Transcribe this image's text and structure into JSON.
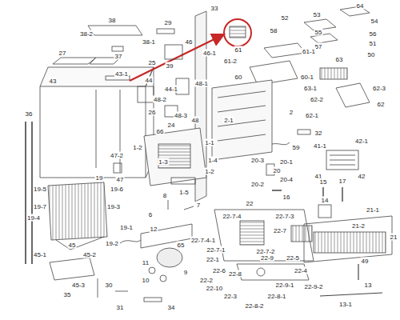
{
  "diagram": {
    "labels": [
      "38",
      "38-2",
      "38-1",
      "37",
      "29",
      "27",
      "43",
      "43-1",
      "25",
      "39",
      "46",
      "46-1",
      "33",
      "52",
      "53",
      "64",
      "54",
      "55",
      "56",
      "58",
      "57",
      "51",
      "61",
      "61-1",
      "61-2",
      "50",
      "60",
      "60-1",
      "63",
      "63-1",
      "62-3",
      "62-2",
      "62",
      "62-1",
      "32",
      "44",
      "44-1",
      "48-1",
      "48-2",
      "26",
      "24",
      "48-3",
      "48",
      "2-1",
      "2",
      "59",
      "36",
      "41-1",
      "42-1",
      "41",
      "42",
      "20-3",
      "20-1",
      "20",
      "20-4",
      "20-2",
      "16",
      "15",
      "17",
      "1-2",
      "1-1",
      "1-4",
      "1-3",
      "1-2",
      "1-5",
      "66",
      "47-2",
      "47",
      "19",
      "19-5",
      "19-6",
      "19-7",
      "19-3",
      "19-4",
      "19-1",
      "19-2",
      "45",
      "45-2",
      "45-1",
      "45-3",
      "35",
      "30",
      "31",
      "34",
      "8",
      "7",
      "6",
      "12",
      "65",
      "11",
      "10",
      "9",
      "22",
      "22-7-4",
      "22-7-3",
      "22-7",
      "22-7-4-1",
      "22-7-1",
      "22-7-2",
      "14",
      "21-1",
      "21-2",
      "21",
      "22-1",
      "22-5",
      "22-6",
      "22-8",
      "22-9",
      "22-4",
      "49",
      "22-2",
      "22-10",
      "22-3",
      "22-9-1",
      "22-9-2",
      "13",
      "22-8-1",
      "22-8-2",
      "13-1"
    ]
  }
}
